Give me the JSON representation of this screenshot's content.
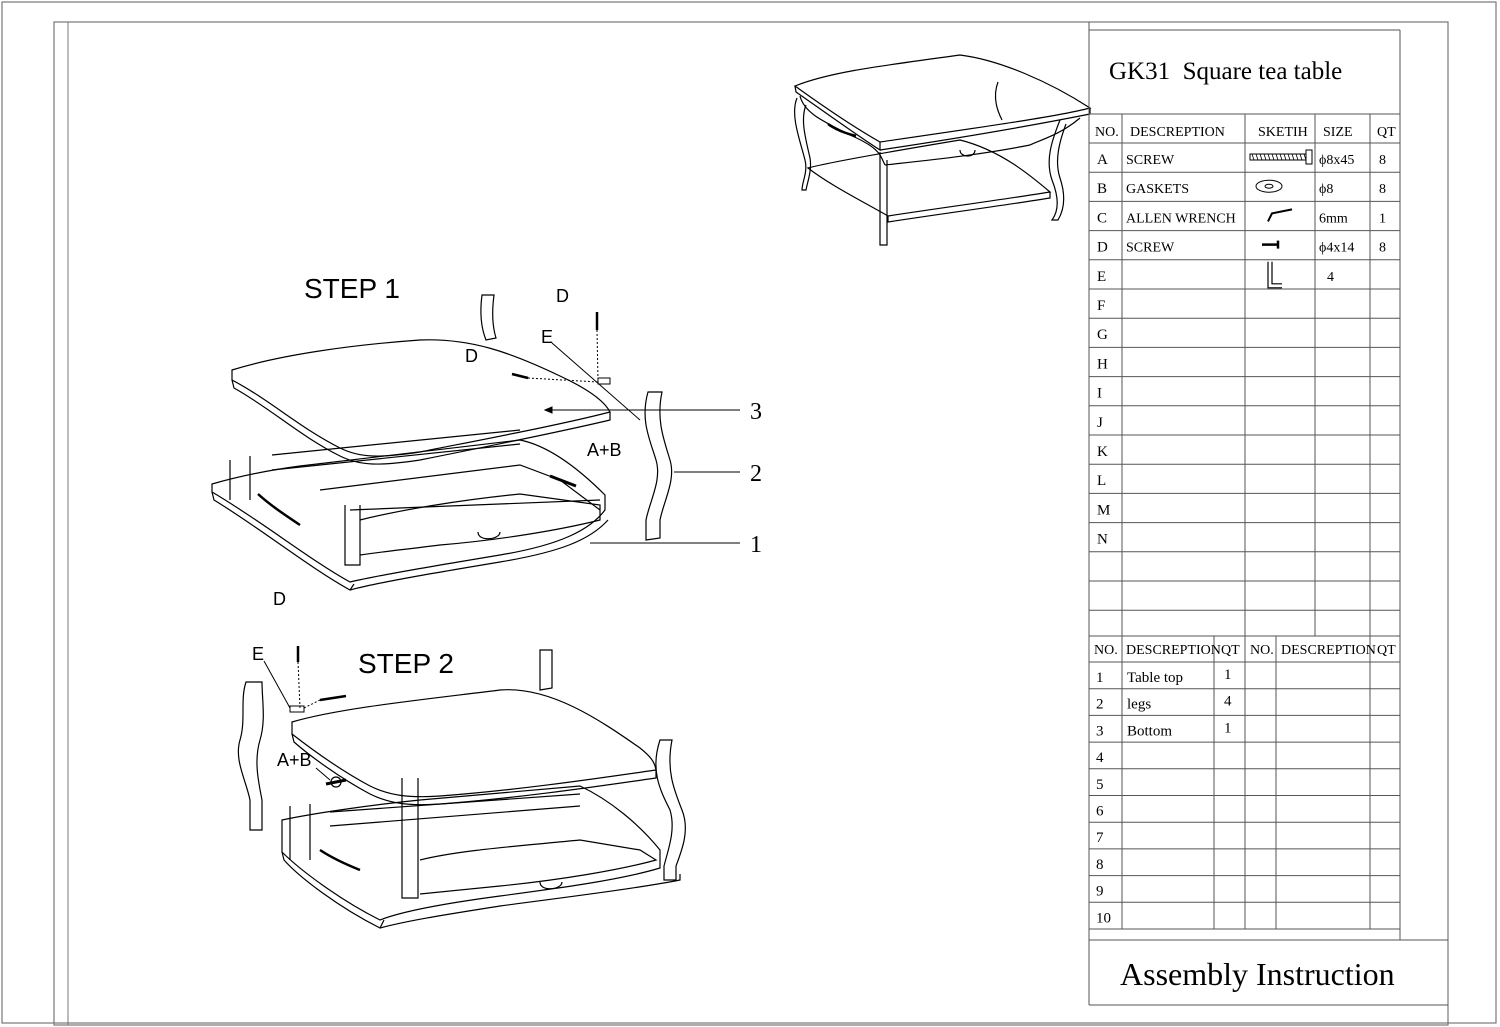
{
  "title": "GK31  Square tea table",
  "footer": "Assembly Instruction",
  "steps": {
    "step1": "STEP 1",
    "step2": "STEP 2"
  },
  "callouts": {
    "s1_d_top": "D",
    "s1_e": "E",
    "s1_d_side": "D",
    "s1_ab": "A+B",
    "s1_part3": "3",
    "s1_part2": "2",
    "s1_part1": "1",
    "s2_d": "D",
    "s2_e": "E",
    "s2_ab": "A+B"
  },
  "hardware_table": {
    "headers": [
      "NO.",
      "DESCREPTION",
      "SKETIH",
      "SIZE",
      "QT"
    ],
    "rows": [
      {
        "no": "A",
        "desc": "SCREW",
        "sketch": "long-screw-icon",
        "size": "ϕ8x45",
        "qt": "8"
      },
      {
        "no": "B",
        "desc": "GASKETS",
        "sketch": "washer-icon",
        "size": "ϕ8",
        "qt": "8"
      },
      {
        "no": "C",
        "desc": "ALLEN WRENCH",
        "sketch": "allen-wrench-icon",
        "size": "6mm",
        "qt": "1"
      },
      {
        "no": "D",
        "desc": "SCREW",
        "sketch": "short-screw-icon",
        "size": "ϕ4x14",
        "qt": "8"
      },
      {
        "no": "E",
        "desc": "",
        "sketch": "bracket-icon",
        "size": "4",
        "qt": ""
      },
      {
        "no": "F",
        "desc": "",
        "sketch": "",
        "size": "",
        "qt": ""
      },
      {
        "no": "G",
        "desc": "",
        "sketch": "",
        "size": "",
        "qt": ""
      },
      {
        "no": "H",
        "desc": "",
        "sketch": "",
        "size": "",
        "qt": ""
      },
      {
        "no": "I",
        "desc": "",
        "sketch": "",
        "size": "",
        "qt": ""
      },
      {
        "no": "J",
        "desc": "",
        "sketch": "",
        "size": "",
        "qt": ""
      },
      {
        "no": "K",
        "desc": "",
        "sketch": "",
        "size": "",
        "qt": ""
      },
      {
        "no": "L",
        "desc": "",
        "sketch": "",
        "size": "",
        "qt": ""
      },
      {
        "no": "M",
        "desc": "",
        "sketch": "",
        "size": "",
        "qt": ""
      },
      {
        "no": "N",
        "desc": "",
        "sketch": "",
        "size": "",
        "qt": ""
      }
    ]
  },
  "parts_table": {
    "headers": [
      "NO.",
      "DESCREPTION",
      "QT",
      "NO.",
      "DESCREPTION",
      "QT"
    ],
    "rows": [
      {
        "no": "1",
        "desc": "Table top",
        "qt": "1"
      },
      {
        "no": "2",
        "desc": "legs",
        "qt": "4"
      },
      {
        "no": "3",
        "desc": "Bottom",
        "qt": "1"
      },
      {
        "no": "4",
        "desc": "",
        "qt": ""
      },
      {
        "no": "5",
        "desc": "",
        "qt": ""
      },
      {
        "no": "6",
        "desc": "",
        "qt": ""
      },
      {
        "no": "7",
        "desc": "",
        "qt": ""
      },
      {
        "no": "8",
        "desc": "",
        "qt": ""
      },
      {
        "no": "9",
        "desc": "",
        "qt": ""
      },
      {
        "no": "10",
        "desc": "",
        "qt": ""
      }
    ]
  }
}
